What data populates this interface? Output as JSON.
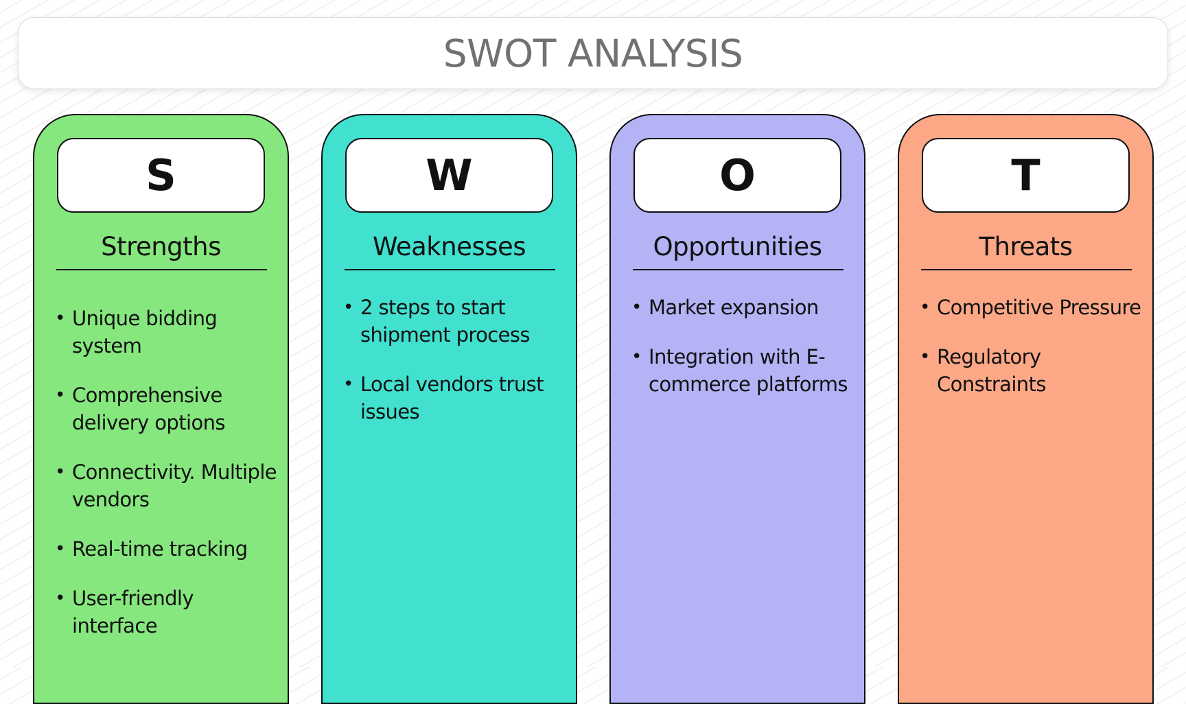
{
  "title": "SWOT ANALYSIS",
  "colors": {
    "strengths": "#86e77e",
    "weaknesses": "#41e0cf",
    "opportunities": "#b4b3f6",
    "threats": "#fca887"
  },
  "columns": [
    {
      "letter": "S",
      "heading": "Strengths",
      "items": [
        "Unique bidding system",
        "Comprehensive delivery options",
        "Connectivity. Multiple vendors",
        "Real-time tracking",
        "User-friendly interface"
      ]
    },
    {
      "letter": "W",
      "heading": "Weaknesses",
      "items": [
        "2 steps to start shipment process",
        "Local vendors trust issues"
      ]
    },
    {
      "letter": "O",
      "heading": "Opportunities",
      "items": [
        "Market expansion",
        "Integration with E-commerce platforms"
      ]
    },
    {
      "letter": "T",
      "heading": "Threats",
      "items": [
        "Competitive Pressure",
        "Regulatory Constraints"
      ]
    }
  ]
}
